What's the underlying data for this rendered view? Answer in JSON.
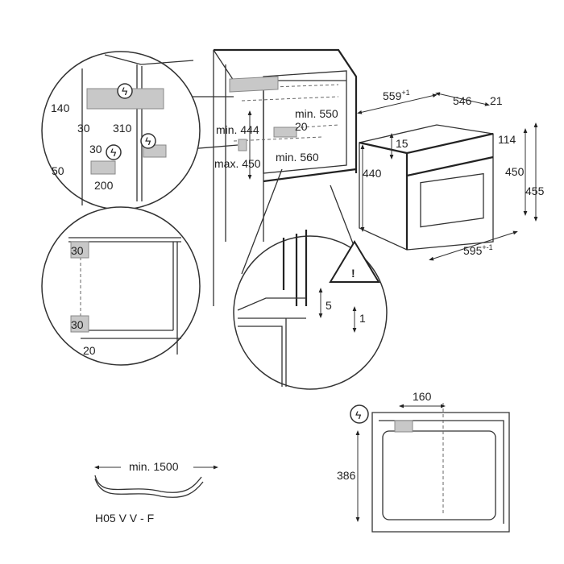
{
  "detail_top_left": {
    "d140": "140",
    "d30a": "30",
    "d310": "310",
    "d30b": "30",
    "d50": "50",
    "d200": "200"
  },
  "cabinet": {
    "min444": "min. 444",
    "max450": "max. 450",
    "min550": "min. 550",
    "d20": "20",
    "min560": "min. 560"
  },
  "oven": {
    "d559": "559",
    "d559_tol": "+1",
    "d546": "546",
    "d21": "21",
    "d15": "15",
    "d114": "114",
    "d440": "440",
    "d450": "450",
    "d455": "455",
    "d595": "595",
    "d595_tol": "+-1"
  },
  "detail_side": {
    "d30a": "30",
    "d30b": "30",
    "d20": "20"
  },
  "detail_bottom": {
    "d5": "5",
    "d1": "1"
  },
  "rear_view": {
    "d160": "160",
    "d386": "386"
  },
  "cable": {
    "min1500": "min. 1500",
    "type": "H05 V V - F"
  },
  "icons": [
    "electric-hazard-icon",
    "warning-triangle-icon"
  ]
}
